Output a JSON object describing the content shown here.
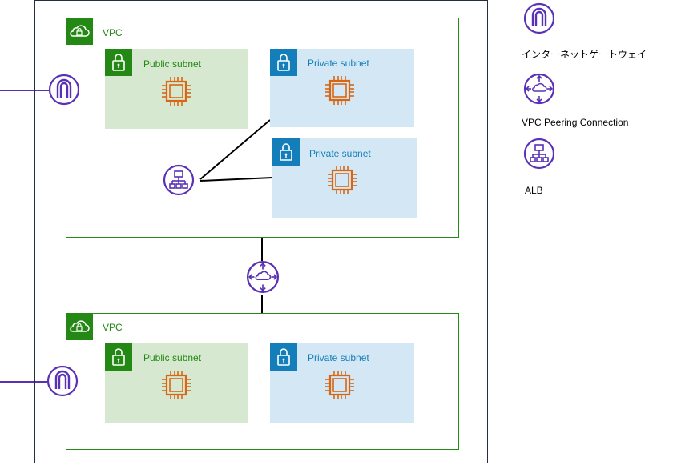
{
  "vpc_top": {
    "label": "VPC",
    "public_subnet": {
      "label": "Public subnet"
    },
    "private_subnet_1": {
      "label": "Private subnet"
    },
    "private_subnet_2": {
      "label": "Private subnet"
    }
  },
  "vpc_bottom": {
    "label": "VPC",
    "public_subnet": {
      "label": "Public subnet"
    },
    "private_subnet": {
      "label": "Private subnet"
    }
  },
  "legend": {
    "internet_gateway": {
      "label": "インターネットゲートウェイ",
      "icon": "internet-gateway-icon"
    },
    "vpc_peering": {
      "label": "VPC Peering Connection",
      "icon": "vpc-peering-icon"
    },
    "alb": {
      "label": "ALB",
      "icon": "alb-icon"
    }
  },
  "colors": {
    "vpc_green": "#248814",
    "private_blue": "#147eba",
    "public_fill": "#d6e8cf",
    "private_fill": "#d3e8f4",
    "network_purple": "#5a30b5",
    "compute_orange": "#d86613"
  }
}
